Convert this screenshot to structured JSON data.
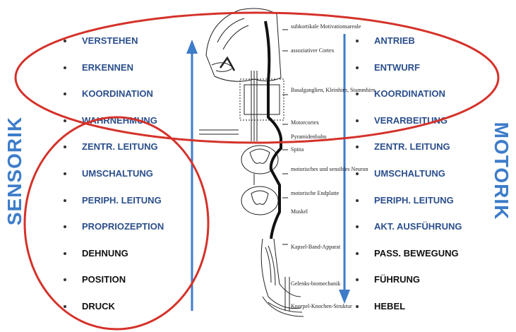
{
  "axis_labels": {
    "left": "SENSORIK",
    "right": "MOTORIK"
  },
  "colors": {
    "blue": "#3d7cc9",
    "navy": "#2b4f8c",
    "black": "#111111",
    "red": "#d4322a"
  },
  "left_items": [
    {
      "text": "VERSTEHEN",
      "color": "navy"
    },
    {
      "text": "ERKENNEN",
      "color": "navy"
    },
    {
      "text": "KOORDINATION",
      "color": "navy"
    },
    {
      "text": "WAHRNEHMUNG",
      "color": "navy"
    },
    {
      "text": "ZENTR. LEITUNG",
      "color": "navy"
    },
    {
      "text": "UMSCHALTUNG",
      "color": "navy"
    },
    {
      "text": "PERIPH. LEITUNG",
      "color": "navy"
    },
    {
      "text": "PROPRIOZEPTION",
      "color": "navy"
    },
    {
      "text": "DEHNUNG",
      "color": "black"
    },
    {
      "text": "POSITION",
      "color": "black"
    },
    {
      "text": "DRUCK",
      "color": "black"
    }
  ],
  "right_items": [
    {
      "text": "ANTRIEB",
      "color": "navy"
    },
    {
      "text": "ENTWURF",
      "color": "navy"
    },
    {
      "text": "KOORDINATION",
      "color": "navy"
    },
    {
      "text": "VERARBEITUNG",
      "color": "navy"
    },
    {
      "text": "ZENTR. LEITUNG",
      "color": "navy"
    },
    {
      "text": "UMSCHALTUNG",
      "color": "navy"
    },
    {
      "text": "PERIPH. LEITUNG",
      "color": "navy"
    },
    {
      "text": "AKT. AUSFÜHRUNG",
      "color": "navy"
    },
    {
      "text": "PASS. BEWEGUNG",
      "color": "black"
    },
    {
      "text": "FÜHRUNG",
      "color": "black"
    },
    {
      "text": "HEBEL",
      "color": "black"
    }
  ],
  "figure_labels": [
    "subkortikale Motivationsareale",
    "assoziativer Cortex",
    "Basalganglien, Kleinhirn, Stammhirn",
    "Motorcortex",
    "Pyramidenbahn",
    "Spina",
    "motorisches und sensibles Neuron",
    "motorische Endplatte",
    "Muskel",
    "Kapsel-Band-Apparat",
    "Gelenks-biomechanik",
    "Knorpel-Knochen-Struktur"
  ]
}
